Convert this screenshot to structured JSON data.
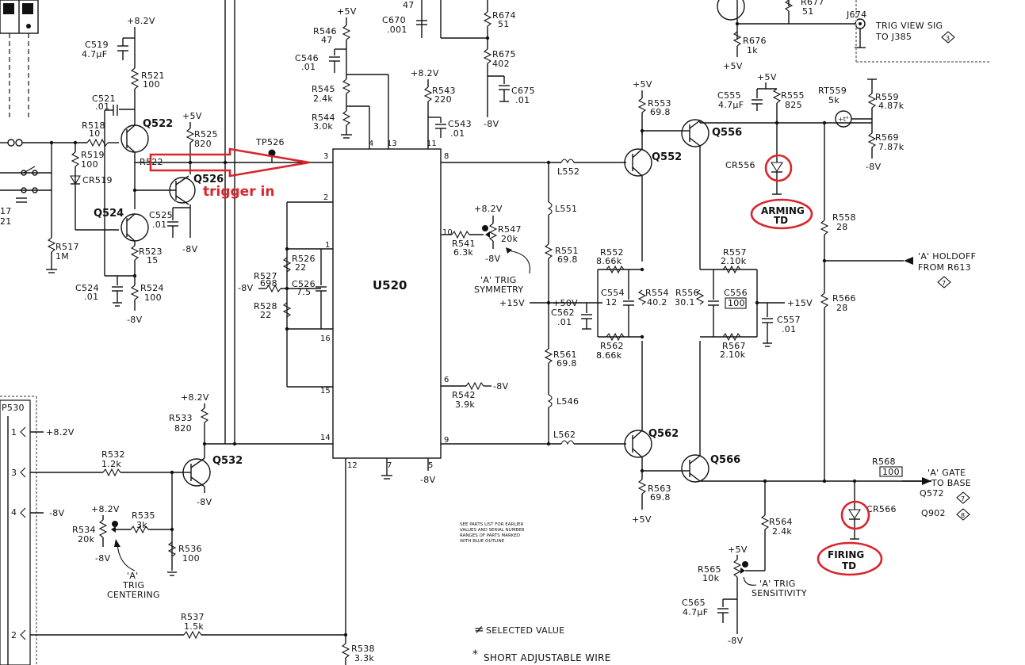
{
  "ic": {
    "name": "U520",
    "pins": [
      "3",
      "4",
      "13",
      "11",
      "8",
      "2",
      "1",
      "16",
      "15",
      "14",
      "12",
      "7",
      "5",
      "10",
      "6",
      "9"
    ]
  },
  "transistors": [
    "Q522",
    "Q526",
    "Q524",
    "Q532",
    "Q552",
    "Q556",
    "Q562",
    "Q566"
  ],
  "resistors": {
    "R521": [
      "R521",
      "100"
    ],
    "R518": [
      "R518",
      "10"
    ],
    "R519": [
      "R519",
      "100"
    ],
    "R522": [
      "R522",
      ""
    ],
    "R525": [
      "R525",
      "820"
    ],
    "R523": [
      "R523",
      "15"
    ],
    "R524": [
      "R524",
      "100"
    ],
    "R517": [
      "R517",
      "1M"
    ],
    "R546": [
      "R546",
      "47"
    ],
    "R545": [
      "R545",
      "2.4k"
    ],
    "R544": [
      "R544",
      "3.0k"
    ],
    "R543": [
      "R543",
      "220"
    ],
    "R674": [
      "R674",
      "51"
    ],
    "R675": [
      "R675",
      "402"
    ],
    "R677": [
      "R677",
      "51"
    ],
    "R676": [
      "R676",
      "1k"
    ],
    "R526": [
      "R526",
      "22"
    ],
    "R527": [
      "R527",
      "698"
    ],
    "R528": [
      "R528",
      "22"
    ],
    "R541": [
      "R541",
      "6.3k"
    ],
    "R547": [
      "R547",
      "20k"
    ],
    "R551": [
      "R551",
      "69.8"
    ],
    "R561": [
      "R561",
      "69.8"
    ],
    "R542": [
      "R542",
      "3.9k"
    ],
    "R552": [
      "R552",
      "8.66k"
    ],
    "R562": [
      "R562",
      "8.66k"
    ],
    "R554": [
      "R554",
      "40.2"
    ],
    "R553": [
      "R553",
      "69.8"
    ],
    "R556": [
      "R556",
      "30.1"
    ],
    "R557": [
      "R557",
      "2.10k"
    ],
    "R567": [
      "R567",
      "2.10k"
    ],
    "R555": [
      "R555",
      "825"
    ],
    "R559": [
      "R559",
      "4.87k"
    ],
    "R569": [
      "R569",
      "7.87k"
    ],
    "R558": [
      "R558",
      "28"
    ],
    "R566": [
      "R566",
      "28"
    ],
    "R563": [
      "R563",
      "69.8"
    ],
    "R564": [
      "R564",
      "2.4k"
    ],
    "R565": [
      "R565",
      "10k"
    ],
    "R568": [
      "R568",
      "100"
    ],
    "R533": [
      "R533",
      "820"
    ],
    "R532": [
      "R532",
      "1.2k"
    ],
    "R535": [
      "R535",
      "3k"
    ],
    "R534": [
      "R534",
      "20k"
    ],
    "R536": [
      "R536",
      "100"
    ],
    "R537": [
      "R537",
      "1.5k"
    ],
    "R538": [
      "R538",
      "3.3k"
    ]
  },
  "capacitors": {
    "C519": [
      "C519",
      "4.7µF"
    ],
    "C521": [
      "C521",
      ".01"
    ],
    "C525": [
      "C525",
      ".01"
    ],
    "C524": [
      "C524",
      ".01"
    ],
    "C546": [
      "C546",
      ".01"
    ],
    "C543": [
      "C543",
      ".01"
    ],
    "C670": [
      "C670",
      ".001"
    ],
    "C675": [
      "C675",
      ".01"
    ],
    "C526": [
      "C526",
      "7.5"
    ],
    "C562": [
      "C562",
      ".01"
    ],
    "C554": [
      "C554",
      "12"
    ],
    "C556": [
      "C556",
      "100"
    ],
    "C557": [
      "C557",
      ".01"
    ],
    "C555": [
      "C555",
      "4.7µF"
    ],
    "C565": [
      "C565",
      "4.7µF"
    ]
  },
  "inductors": [
    "L552",
    "L551",
    "L546",
    "L562"
  ],
  "diodes": [
    "CR519",
    "CR556",
    "CR566"
  ],
  "thermistor": [
    "RT559",
    "5k"
  ],
  "test_point": "TP526",
  "jack": "J674",
  "connector": {
    "name": "P530",
    "pins": [
      "1",
      "3",
      "4",
      "2"
    ],
    "supplies": [
      "+8.2V",
      "-8V"
    ]
  },
  "supply_labels": {
    "p82": "+8.2V",
    "p5": "+5V",
    "m8": "-8V",
    "p15": "+15V",
    "p50": "+50V",
    "top47": "47"
  },
  "notes": {
    "trig_view": [
      "TRIG VIEW SIG",
      "TO J385"
    ],
    "a_trig_symmetry": [
      "'A' TRIG",
      "SYMMETRY"
    ],
    "a_holdoff": [
      "'A' HOLDOFF",
      "FROM R613"
    ],
    "a_gate": [
      "'A' GATE",
      "TO BASE",
      "Q572",
      "Q902"
    ],
    "a_trig_sensitivity": [
      "'A' TRIG",
      "SENSITIVITY"
    ],
    "a_trig_centering": [
      "'A'",
      "TRIG",
      "CENTERING"
    ],
    "parts_list": [
      "SEE PARTS LIST FOR EARLIER",
      "VALUES AND SERIAL NUMBER",
      "RANGES OF PARTS MARKED",
      "WITH BLUE OUTLINE"
    ],
    "selected_value": "SELECTED VALUE",
    "short_adjustable_wire": "SHORT ADJUSTABLE WIRE"
  },
  "diamond_labels": [
    "3",
    "7",
    "7",
    "8"
  ],
  "annotations": {
    "trigger_in": "trigger in",
    "arming": [
      "ARMING",
      "TD"
    ],
    "firing": [
      "FIRING",
      "TD"
    ],
    "accent_color": "#d9252c"
  }
}
